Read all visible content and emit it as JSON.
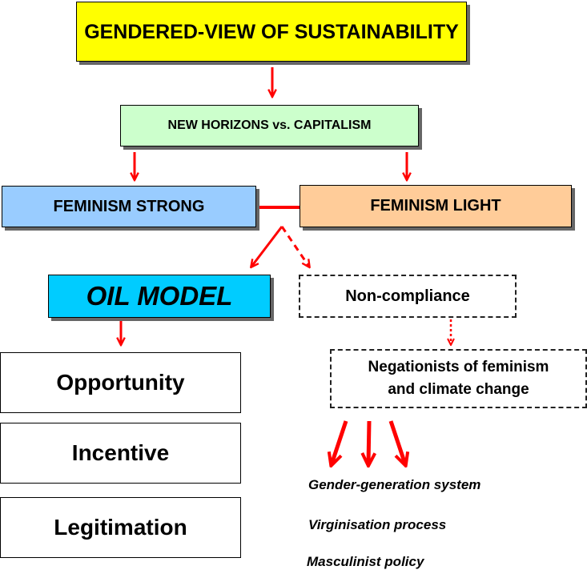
{
  "title": "GENDERED-VIEW OF SUSTAINABILITY",
  "horizons": "NEW HORIZONS vs. CAPITALISM",
  "feminism_strong": "FEMINISM STRONG",
  "feminism_light": "FEMINISM LIGHT",
  "oil_model": "OIL MODEL",
  "non_compliance": "Non-compliance",
  "negationists": "Negationists of feminism and climate change",
  "factors": [
    "Opportunity",
    "Incentive",
    "Legitimation"
  ],
  "outcomes": [
    "Gender-generation system",
    "Virginisation process",
    "Masculinist policy"
  ],
  "colors": {
    "title_fill": "#ffff00",
    "horizons_fill": "#ccffcc",
    "strong_fill": "#99ccff",
    "light_fill": "#ffcc99",
    "oil_fill": "#00ccff",
    "arrow": "#ff0000"
  }
}
